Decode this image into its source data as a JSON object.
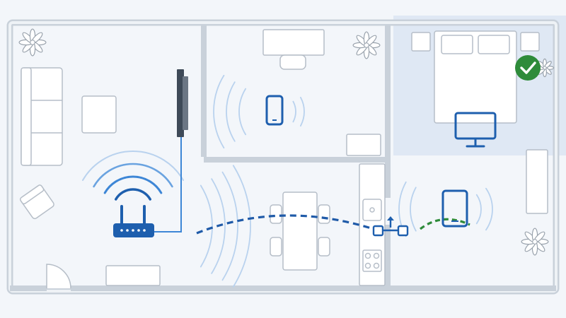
{
  "diagram": {
    "kind": "wifi-coverage-floor-plan",
    "colors": {
      "background": "#f3f6fa",
      "wall": "#c9d1da",
      "wall_inner": "#eef2f6",
      "floor": "#f6f8fb",
      "furniture_stroke": "#b6bec8",
      "furniture_fill": "#ffffff",
      "wifi_blue": "#1e5fae",
      "wave_blue": "#6aa3e0",
      "wave_light": "#b9d2ee",
      "cable_blue": "#3d86d6",
      "path_blue": "#1f5aa8",
      "path_green": "#2e8b3a",
      "check_green": "#2e8b3a",
      "bedroom_highlight": "#dfe8f4",
      "plant": "#9aa3ad"
    },
    "devices": [
      {
        "name": "router",
        "icon": "router-icon",
        "room": "living-room"
      },
      {
        "name": "tv",
        "icon": "wall-tv-icon",
        "room": "living-room"
      },
      {
        "name": "phone",
        "icon": "smartphone-icon",
        "room": "office"
      },
      {
        "name": "mesh-node",
        "icon": "mesh-node-icon",
        "room": "hallway"
      },
      {
        "name": "tablet",
        "icon": "tablet-icon",
        "room": "bedroom-2"
      },
      {
        "name": "monitor",
        "icon": "monitor-icon",
        "room": "bedroom"
      }
    ],
    "status": {
      "bedroom_connected": true,
      "badge_icon": "checkmark-icon"
    }
  }
}
